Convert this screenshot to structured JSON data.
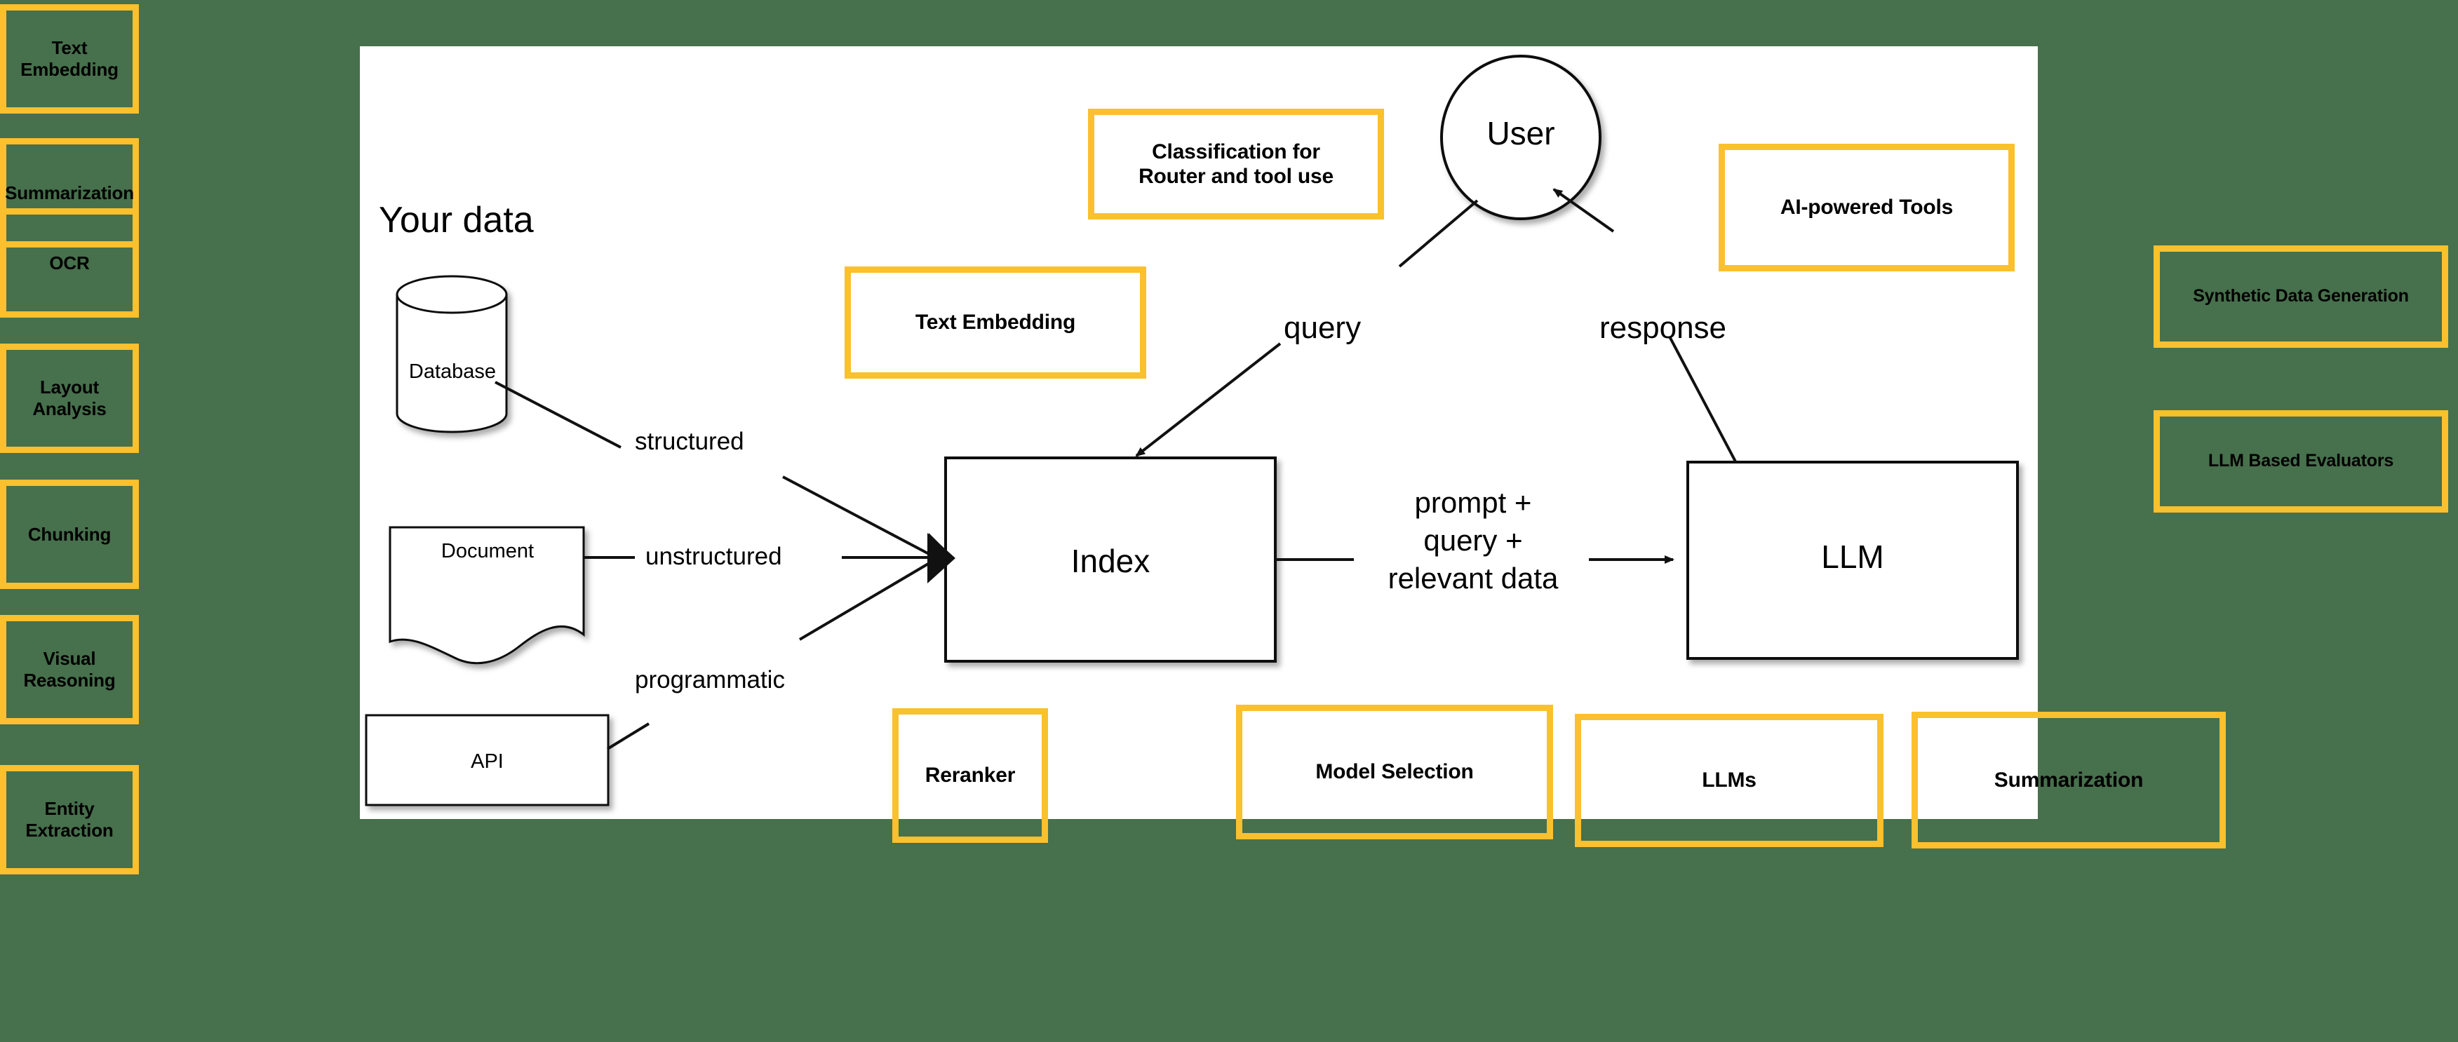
{
  "theme": {
    "background": "#47704c",
    "panel": "#ffffff",
    "accent_yellow": "#fbc02d",
    "stroke": "#111111",
    "text": "#000000"
  },
  "left_rail": {
    "items": [
      {
        "label": "Text Embedding"
      },
      {
        "label": "Summarization"
      },
      {
        "label": "OCR"
      },
      {
        "label": "Layout Analysis"
      },
      {
        "label": "Chunking"
      },
      {
        "label": "Visual Reasoning"
      },
      {
        "label": "Entity Extraction"
      }
    ]
  },
  "right_rail": {
    "items": [
      {
        "label": "Synthetic Data Generation"
      },
      {
        "label": "LLM Based Evaluators"
      }
    ]
  },
  "diagram": {
    "section_title": "Your data",
    "nodes": {
      "database": "Database",
      "document": "Document",
      "api": "API",
      "index": "Index",
      "llm": "LLM",
      "user": "User"
    },
    "edge_labels": {
      "structured": "structured",
      "unstructured": "unstructured",
      "programmatic": "programmatic",
      "query": "query",
      "response": "response",
      "prompt_line1": "prompt +",
      "prompt_line2": "query +",
      "prompt_line3": "relevant data"
    }
  },
  "overlay_boxes": {
    "text_embedding": "Text Embedding",
    "classification": "Classification for\nRouter and tool use",
    "ai_powered_tools": "AI-powered Tools",
    "reranker": "Reranker",
    "model_selection": "Model Selection",
    "llms": "LLMs",
    "summarization": "Summarization"
  }
}
